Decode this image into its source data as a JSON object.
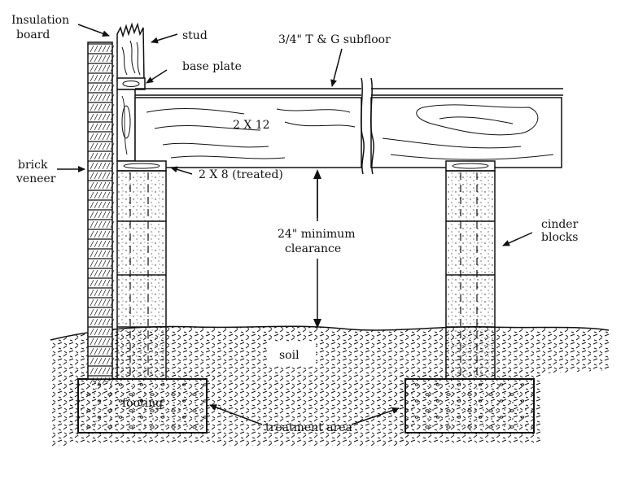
{
  "labels": {
    "insulation_board_1": "Insulation",
    "insulation_board_2": "board",
    "stud": "stud",
    "base_plate": "base plate",
    "subfloor": "3/4\" T & G subfloor",
    "joist": "2 X 12",
    "sill": "2 X 8 (treated)",
    "brick_veneer_1": "brick",
    "brick_veneer_2": "veneer",
    "clearance_1": "24\" minimum",
    "clearance_2": "clearance",
    "cinder_blocks_1": "cinder",
    "cinder_blocks_2": "blocks",
    "soil": "soil",
    "footing": "footing",
    "treatment_area": "treatment area"
  },
  "colors": {
    "ink": "#111111",
    "paper": "#ffffff"
  }
}
